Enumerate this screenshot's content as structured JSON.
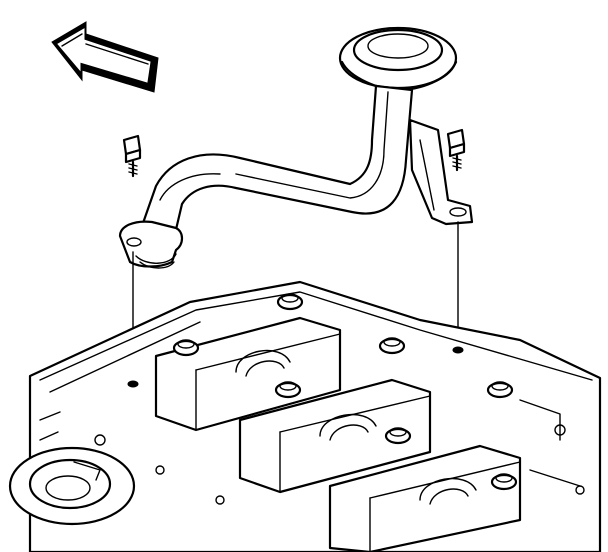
{
  "figure": {
    "components": [
      {
        "name": "direction-arrow"
      },
      {
        "name": "oil-pump-screen-pipe"
      },
      {
        "name": "bolt"
      },
      {
        "name": "bolt"
      },
      {
        "name": "engine-block-bearing-caps"
      }
    ],
    "colors": {
      "line": "#000000",
      "background": "#ffffff"
    }
  }
}
